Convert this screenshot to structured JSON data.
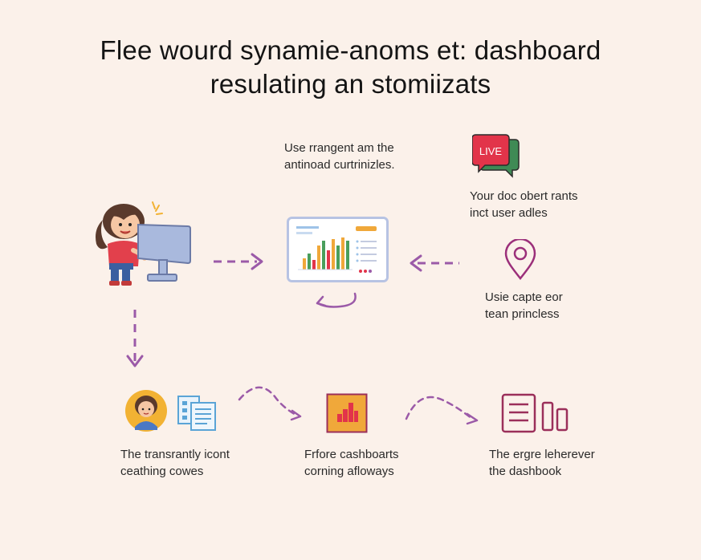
{
  "header": {
    "title_line1": "Flee wourd synamie-anoms et: dashboard",
    "title_line2": "resulating an stomiizats"
  },
  "top_center": {
    "caption_line1": "Use rrangent am the",
    "caption_line2": "antinoad curtrinizles."
  },
  "live_block": {
    "badge": "LIVE",
    "caption_line1": "Your doc obert rants",
    "caption_line2": "inct user adles"
  },
  "location_block": {
    "caption_line1": "Usie capte eor",
    "caption_line2": "tean princless"
  },
  "bottom_left": {
    "caption_line1": "The transrantly icont",
    "caption_line2": "ceathing cowes"
  },
  "bottom_center": {
    "caption_line1": "Frfore cashboarts",
    "caption_line2": "corning afloways"
  },
  "bottom_right": {
    "caption_line1": "The ergre leherever",
    "caption_line2": "the dashbook"
  },
  "colors": {
    "background": "#fbf1ea",
    "arrow_purple": "#9b5aa8",
    "live_red": "#e2344a",
    "chat_green": "#3f8a55",
    "accent_orange": "#f0a83a",
    "icon_maroon": "#9b2f5a"
  },
  "icons": {
    "person_at_computer": "person-computer-icon",
    "dashboard_screen": "dashboard-chart-icon",
    "live_chat": "live-chat-icon",
    "location_pin": "location-pin-icon",
    "avatar": "avatar-icon",
    "documents": "documents-icon",
    "bar_chart": "bar-chart-icon",
    "list_document": "list-document-icon"
  }
}
